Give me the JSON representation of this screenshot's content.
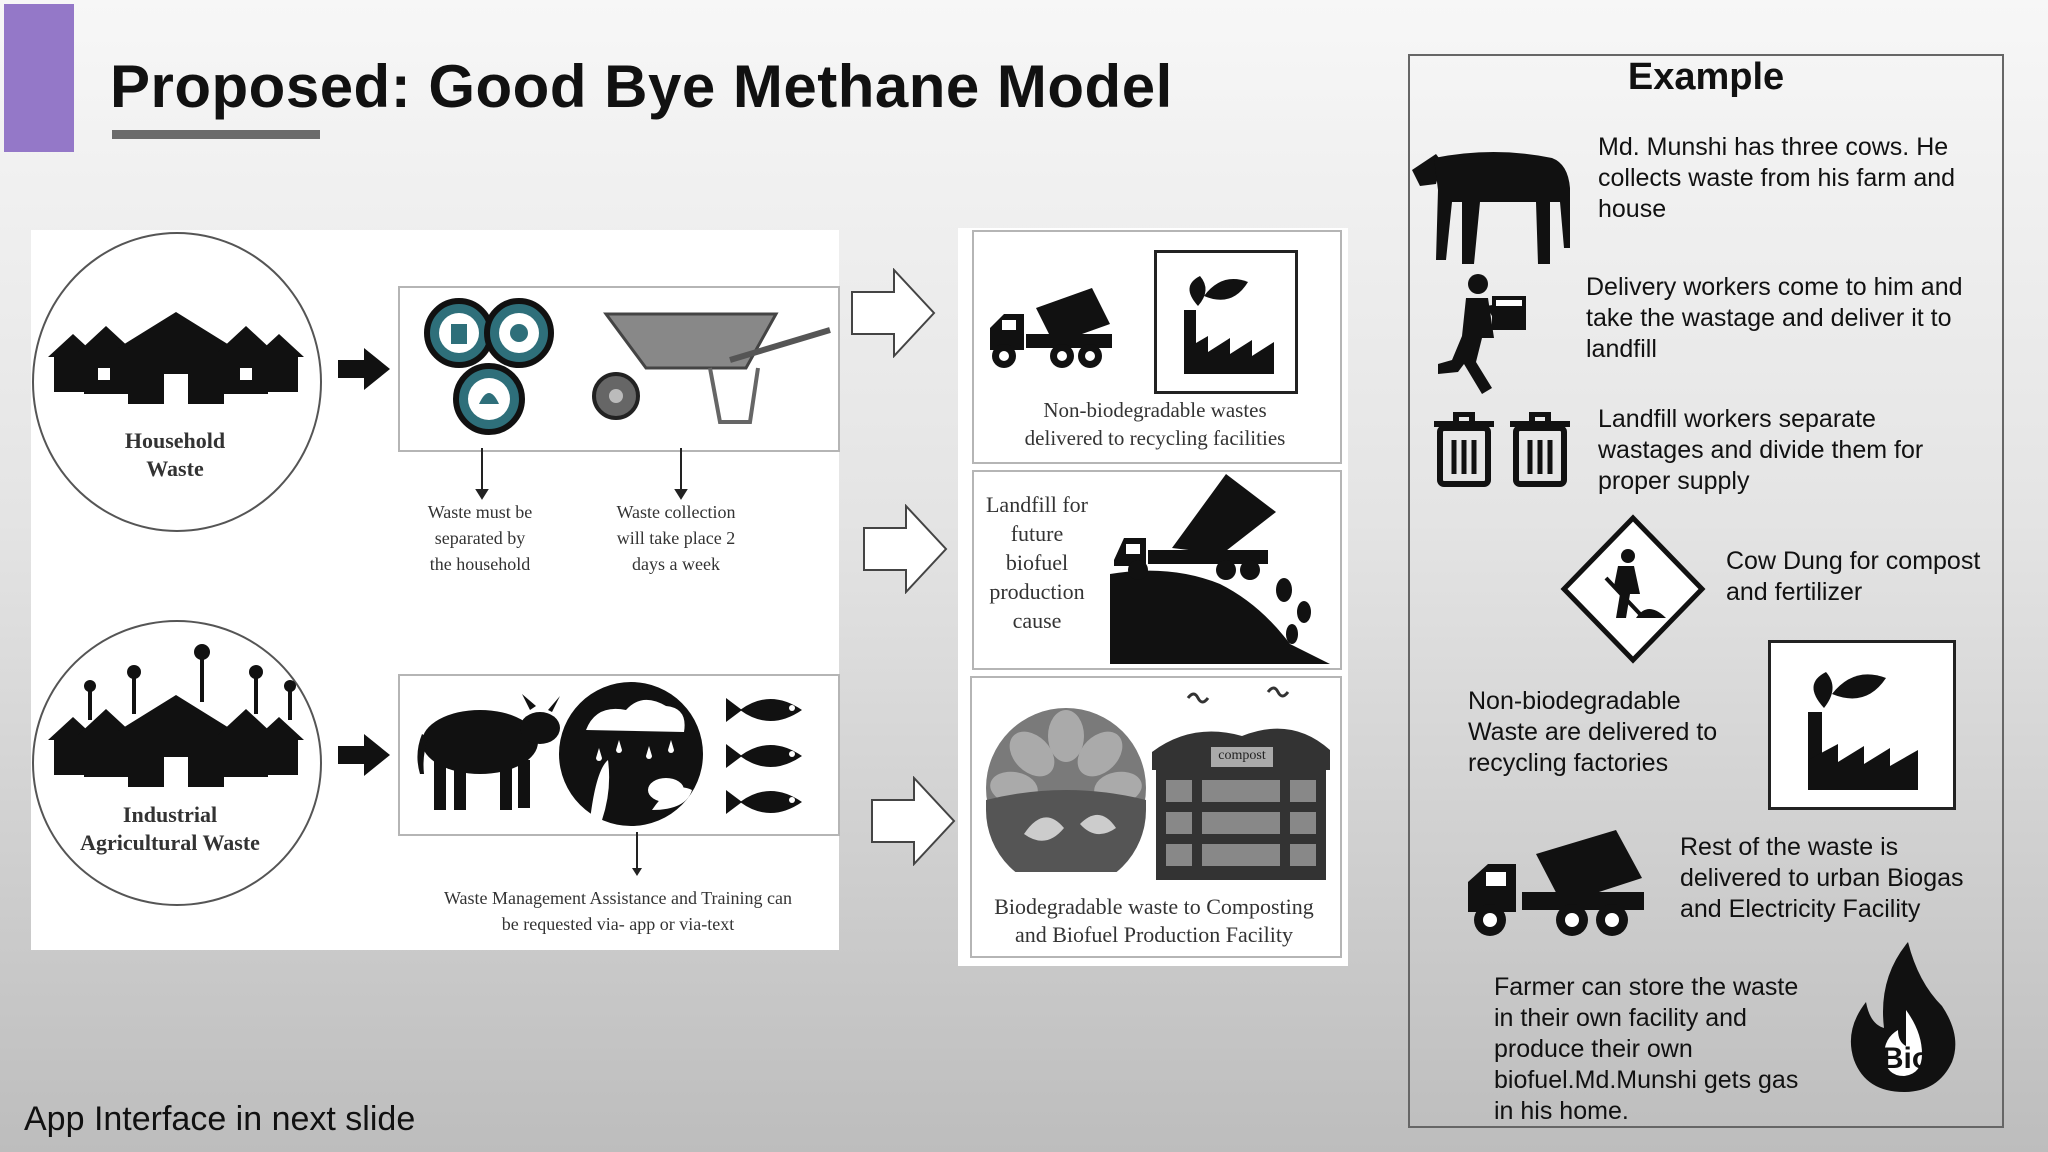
{
  "slide": {
    "title": "Proposed: Good Bye Methane Model",
    "footer": "App Interface in next slide",
    "accent_color": "#9478c8"
  },
  "diagram": {
    "household_label_1": "Household",
    "household_label_2": "Waste",
    "industrial_label_1": "Industrial",
    "industrial_label_2": "Agricultural Waste",
    "note_separate": [
      "Waste must be",
      "separated by",
      "the household"
    ],
    "note_collection": [
      "Waste collection",
      "will take place 2",
      "days a week"
    ],
    "note_assistance": [
      "Waste Management Assistance and Training can",
      "be requested via- app or via-text"
    ],
    "recycle_caption": [
      "Non-biodegradable wastes",
      "delivered to recycling facilities"
    ],
    "landfill_caption": [
      "Landfill for",
      "future",
      "biofuel",
      "production",
      "cause"
    ],
    "compost_caption": [
      "Biodegradable waste to Composting",
      "and Biofuel Production Facility"
    ],
    "compost_sign": "compost"
  },
  "example": {
    "heading": "Example",
    "items": [
      {
        "icon": "cow-icon",
        "lines": [
          "Md. Munshi has three cows. He",
          "collects waste from his farm and",
          "house"
        ]
      },
      {
        "icon": "delivery-worker-icon",
        "lines": [
          "Delivery workers come to him and",
          "take the wastage and deliver it to",
          "landfill"
        ]
      },
      {
        "icon": "trash-bins-icon",
        "lines": [
          "Landfill workers separate",
          "wastages and divide them for",
          "proper supply"
        ]
      },
      {
        "icon": "roadwork-sign-icon",
        "lines": [
          "Cow Dung for compost",
          "and fertilizer"
        ]
      },
      {
        "icon": "factory-icon",
        "lines": [
          "Non-biodegradable",
          "Waste are delivered to",
          "recycling factories"
        ]
      },
      {
        "icon": "truck-icon",
        "lines": [
          "Rest of the waste is",
          "delivered to urban Biogas",
          "and Electricity Facility"
        ]
      },
      {
        "icon": "bio-flame-icon",
        "badge": "Bio",
        "lines": [
          "Farmer can store the waste",
          "in their own facility and",
          "produce their own",
          "biofuel.Md.Munshi gets gas",
          "in his home."
        ]
      }
    ]
  }
}
